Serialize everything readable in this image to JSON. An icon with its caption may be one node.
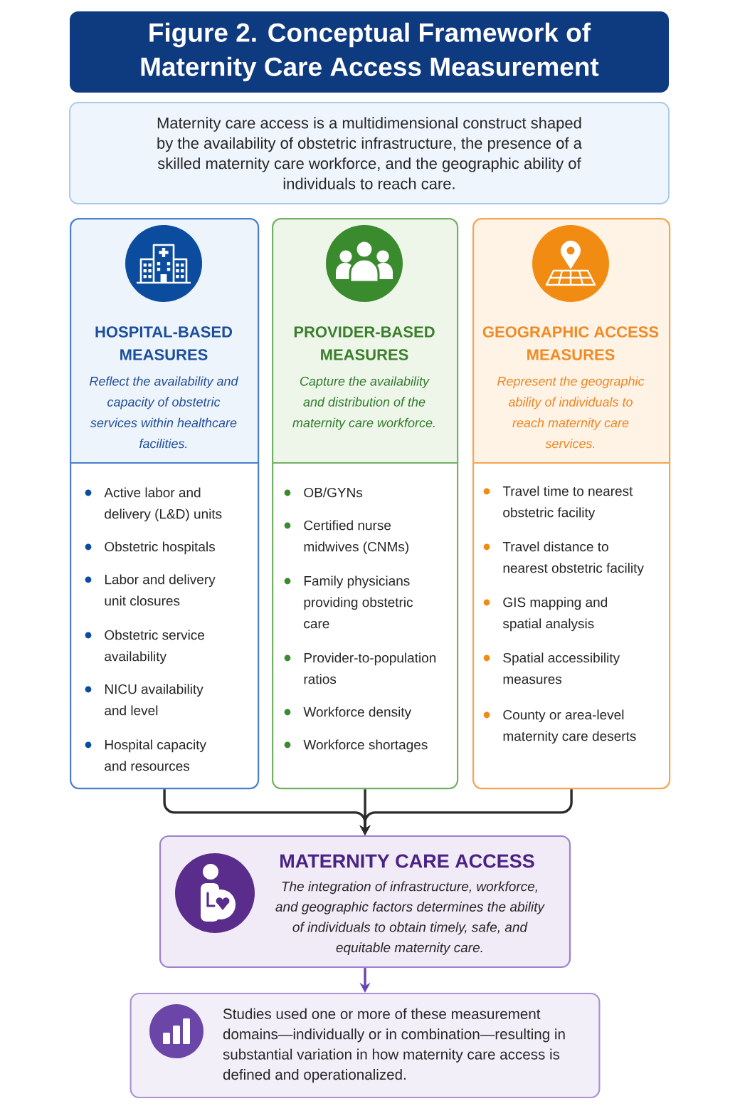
{
  "diagram": {
    "title": "Figure 2. Conceptual Framework of Maternity Care Access Measurement",
    "nodes": [
      {
        "text": [
          "Maternity care access is a multidimensional construct shaped by the availability of obstetric infrastructure, the presence of a skilled maternity care workforce, and the geographic ability of individuals to reach care."
        ]
      },
      {
        "text": [
          "HOSPITAL-BASED MEASURES",
          "Reflect the availability and capacity of obstetric services within healthcare facilities.",
          "Active labor and delivery (L&D) units",
          "Obstetric hospitals",
          "Labor and delivery unit closures",
          "Obstetric service availability",
          "NICU availability and level",
          "Hospital capacity and resources"
        ]
      },
      {
        "text": [
          "PROVIDER-BASED MEASURES",
          "Capture the availability and distribution of the maternity care workforce.",
          "OB/GYNs",
          "Certified nurse midwives (CNMs)",
          "Family physicians providing obstetric care",
          "Provider-to-population ratios",
          "Workforce density",
          "Workforce shortages"
        ]
      },
      {
        "text": [
          "GEOGRAPHIC ACCESS MEASURES",
          "Represent the geographic ability of individuals to reach maternity care services.",
          "Travel time to nearest obstetric facility",
          "Travel distance to nearest obstetric facility",
          "GIS mapping and spatial analysis",
          "Spatial accessibility measures",
          "County or area-level maternity care deserts"
        ]
      },
      {
        "text": [
          "MATERNITY CARE ACCESS",
          "The integration of infrastructure, workforce, and geographic factors determines the ability of individuals to obtain timely, safe, and equitable maternity care."
        ]
      },
      {
        "text": [
          "Studies used one or more of these measurement domains—individually or in combination—resulting in substantial variation in how maternity care access is defined and operationalized."
        ]
      }
    ],
    "edges": [
      {
        "from": 1,
        "to": 4,
        "arrow": "to"
      },
      {
        "from": 2,
        "to": 4,
        "arrow": "to"
      },
      {
        "from": 3,
        "to": 4,
        "arrow": "to"
      },
      {
        "from": 4,
        "to": 5,
        "arrow": "to",
        "color": "#6b46b0"
      }
    ]
  }
}
